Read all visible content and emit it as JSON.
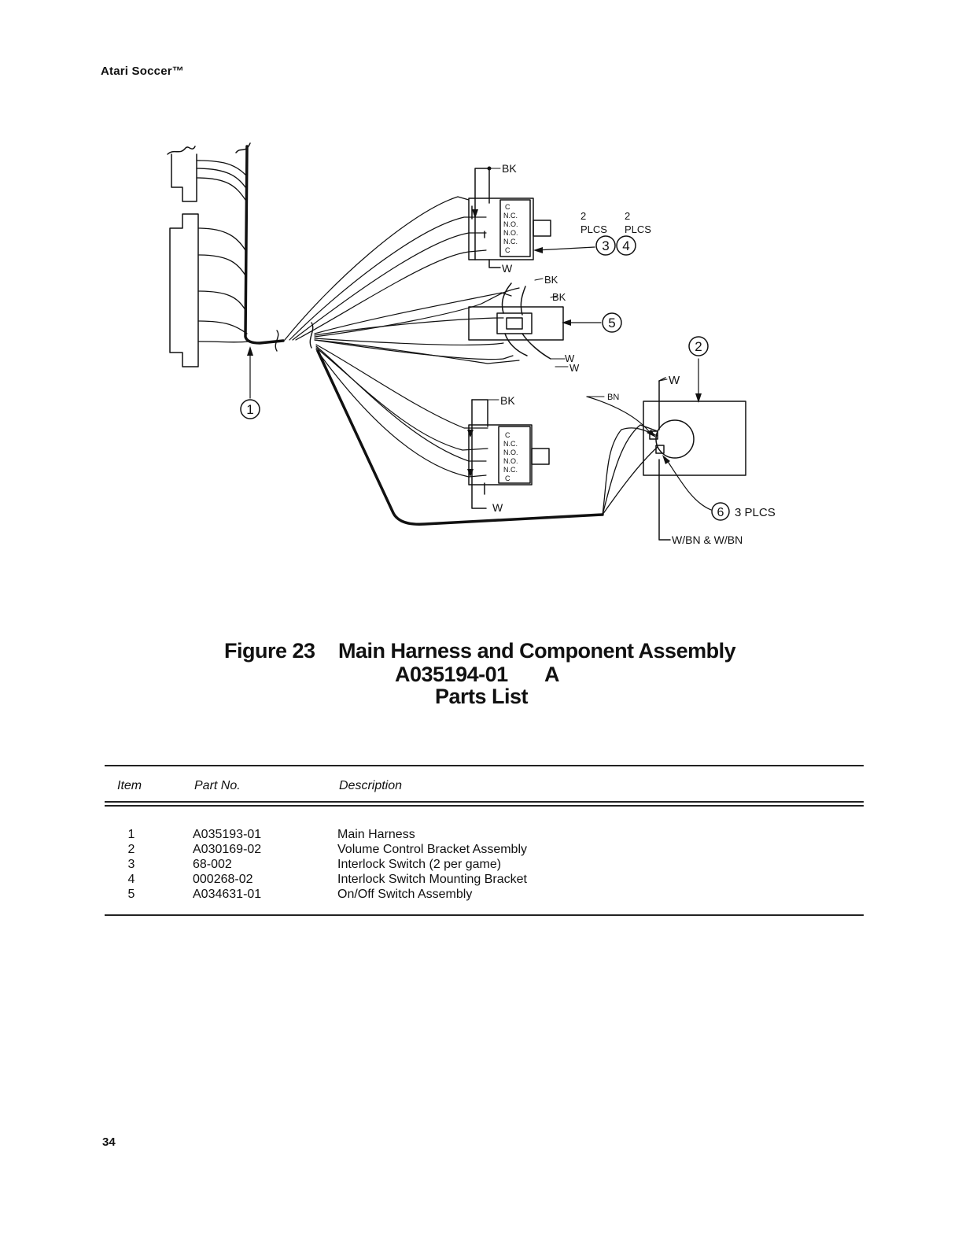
{
  "header": {
    "title": "Atari Soccer™"
  },
  "diagram": {
    "wire_labels": {
      "bk_top": "BK",
      "w_top_switch": "W",
      "bk_onoff_1": "BK",
      "bk_onoff_2": "BK",
      "w_onoff_1": "W",
      "w_onoff_2": "W",
      "bk_bottom_switch": "BK",
      "w_bottom_switch": "W",
      "bn": "BN",
      "w_volume": "W",
      "w_bn": "W/BN & W/BN"
    },
    "contact_labels_top": [
      "C",
      "N.C.",
      "N.O.",
      "N.O.",
      "N.C.",
      "C"
    ],
    "contact_labels_bottom": [
      "C",
      "N.C.",
      "N.O.",
      "N.O.",
      "N.C.",
      "C"
    ],
    "callouts": {
      "item1": "1",
      "item2": "2",
      "item3": "3",
      "item4": "4",
      "item5": "5",
      "item6": "6",
      "qty3_num": "2",
      "qty3_text": "PLCS",
      "qty4_num": "2",
      "qty4_text": "PLCS",
      "qty6": "3 PLCS"
    }
  },
  "caption": {
    "figure_label": "Figure 23",
    "title": "Main Harness and Component Assembly",
    "part_number": "A035194-01",
    "revision": "A",
    "subtitle": "Parts List"
  },
  "parts_table": {
    "headers": {
      "item": "Item",
      "part_no": "Part No.",
      "description": "Description"
    },
    "rows": [
      {
        "item": "1",
        "part_no": "A035193-01",
        "description": "Main Harness"
      },
      {
        "item": "2",
        "part_no": "A030169-02",
        "description": "Volume Control Bracket Assembly"
      },
      {
        "item": "3",
        "part_no": "68-002",
        "description": "Interlock Switch (2 per game)"
      },
      {
        "item": "4",
        "part_no": "000268-02",
        "description": "Interlock Switch Mounting Bracket"
      },
      {
        "item": "5",
        "part_no": "A034631-01",
        "description": "On/Off Switch Assembly"
      }
    ]
  },
  "page_number": "34"
}
